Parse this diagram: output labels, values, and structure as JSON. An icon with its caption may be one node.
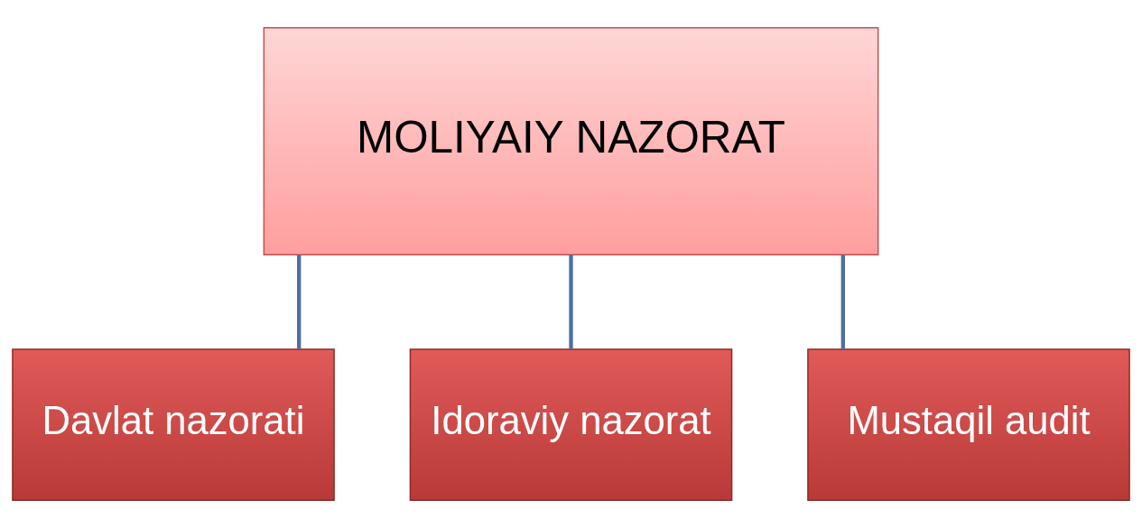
{
  "diagram": {
    "nodes": [
      {
        "text": [
          "MOLIYAIY NAZORAT"
        ]
      },
      {
        "text": [
          "Davlat nazorati"
        ]
      },
      {
        "text": [
          "Idoraviy nazorat"
        ]
      },
      {
        "text": [
          "Mustaqil audit"
        ]
      }
    ],
    "edges": [
      {
        "from": 0,
        "to": 1,
        "arrow": "none"
      },
      {
        "from": 0,
        "to": 2,
        "arrow": "none"
      },
      {
        "from": 0,
        "to": 3,
        "arrow": "none"
      }
    ]
  }
}
